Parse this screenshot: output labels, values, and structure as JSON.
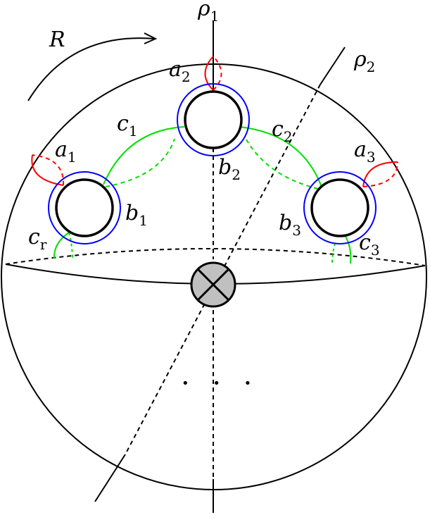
{
  "colors": {
    "outline": "#000000",
    "curve_a": "#ff0000",
    "curve_b": "#0000ff",
    "curve_c": "#00e000",
    "crosscap_fill": "#c0c0c0"
  },
  "labels": {
    "rotation": "R",
    "rho1": {
      "base": "ρ",
      "sub": "1"
    },
    "rho2": {
      "base": "ρ",
      "sub": "2"
    },
    "a1": {
      "base": "a",
      "sub": "1"
    },
    "a2": {
      "base": "a",
      "sub": "2"
    },
    "a3": {
      "base": "a",
      "sub": "3"
    },
    "b1": {
      "base": "b",
      "sub": "1"
    },
    "b2": {
      "base": "b",
      "sub": "2"
    },
    "b3": {
      "base": "b",
      "sub": "3"
    },
    "c1": {
      "base": "c",
      "sub": "1"
    },
    "c2": {
      "base": "c",
      "sub": "2"
    },
    "c3": {
      "base": "c",
      "sub": "3"
    },
    "cr": {
      "base": "c",
      "sub": "r"
    }
  },
  "ellipsis": "• • •"
}
